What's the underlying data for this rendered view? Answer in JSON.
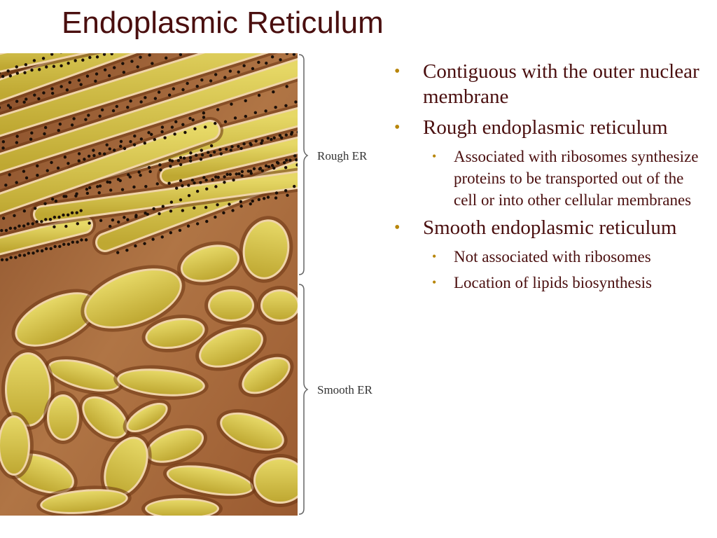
{
  "slide": {
    "title": "Endoplasmic Reticulum"
  },
  "figure": {
    "labels": {
      "rough": "Rough ER",
      "smooth": "Smooth ER"
    },
    "colors": {
      "cytoplasm": "#a0643a",
      "cytoplasm_dark": "#6b3512",
      "lumen": "#d9c84c",
      "membrane": "#f0d4a8",
      "ribosome": "#1a0f08"
    }
  },
  "bullets": [
    {
      "text": "Contiguous with the outer nuclear membrane",
      "children": []
    },
    {
      "text": "Rough endoplasmic reticulum",
      "children": [
        {
          "text": "Associated with ribosomes synthesize proteins to be transported out of the cell or into other cellular membranes"
        }
      ]
    },
    {
      "text": "Smooth endoplasmic reticulum",
      "children": [
        {
          "text": "Not associated with ribosomes"
        },
        {
          "text": "Location of lipids biosynthesis"
        }
      ]
    }
  ],
  "theme": {
    "title_color": "#4a0f0f",
    "bullet_color": "#b8860b",
    "text_color": "#4a0f0f"
  }
}
